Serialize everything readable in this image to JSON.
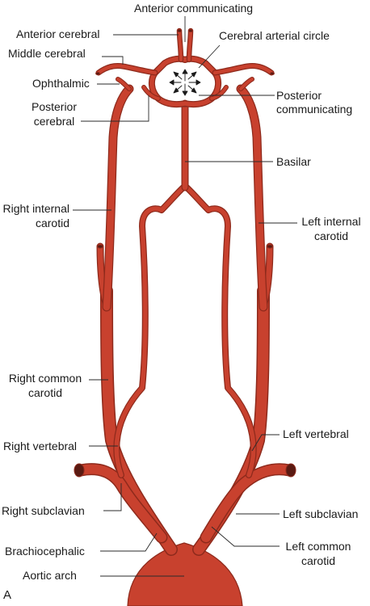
{
  "figure": {
    "panel_letter": "A",
    "colors": {
      "artery": "#c8412e",
      "artery_dark": "#8e2a1c",
      "lumen": "#5a1a12",
      "leader": "#2a2a2a"
    },
    "labels": {
      "anterior_communicating": "Anterior communicating",
      "anterior_cerebral": "Anterior cerebral",
      "cerebral_arterial_circle": "Cerebral arterial circle",
      "middle_cerebral": "Middle cerebral",
      "ophthalmic": "Ophthalmic",
      "posterior_communicating_1": "Posterior",
      "posterior_communicating_2": "communicating",
      "posterior_cerebral_1": "Posterior",
      "posterior_cerebral_2": "cerebral",
      "basilar": "Basilar",
      "right_internal_carotid_1": "Right internal",
      "right_internal_carotid_2": "carotid",
      "left_internal_carotid_1": "Left internal",
      "left_internal_carotid_2": "carotid",
      "right_common_carotid_1": "Right common",
      "right_common_carotid_2": "carotid",
      "left_vertebral": "Left vertebral",
      "right_vertebral": "Right vertebral",
      "right_subclavian": "Right subclavian",
      "left_subclavian": "Left subclavian",
      "brachiocephalic": "Brachiocephalic",
      "left_common_carotid_1": "Left common",
      "left_common_carotid_2": "carotid",
      "aortic_arch": "Aortic arch"
    }
  }
}
